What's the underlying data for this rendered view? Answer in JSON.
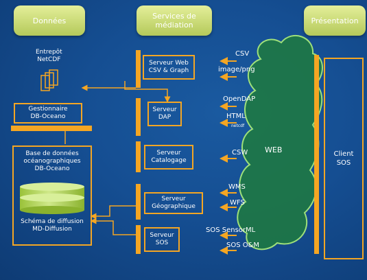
{
  "headers": {
    "donnees": "Données",
    "services": "Services de\nmédiation",
    "presentation": "Présentation"
  },
  "data": {
    "entrepot": "Entrepôt\nNetCDF",
    "gestionnaire": "Gestionnaire\nDB-Oceano",
    "base": "Base de données\nocéanographiques\nDB-Oceano",
    "schema": "Schéma de diffusion\nMD-Diffusion"
  },
  "services": {
    "web_csv": "Serveur Web\nCSV & Graph",
    "dap": "Serveur\nDAP",
    "catalogage": "Serveur\nCatalogage",
    "geo": "Serveur\nGéographique",
    "sos": "Serveur\nSOS"
  },
  "protocols": {
    "csv": "CSV",
    "image_png": "image/png",
    "opendap": "OpenDAP",
    "html": "HTML",
    "netcdf": "netcdf",
    "csw": "CSW",
    "wms": "WMS",
    "wfs": "WFS",
    "sos_sensorml": "SOS SensorML",
    "sos_om": "SOS O&M"
  },
  "cloud": "WEB",
  "client": "Client\nSOS",
  "colors": {
    "accent": "#f5a623",
    "header": "#c8dc6e",
    "cylinder": "#b5d65a",
    "background": "#154e92"
  }
}
